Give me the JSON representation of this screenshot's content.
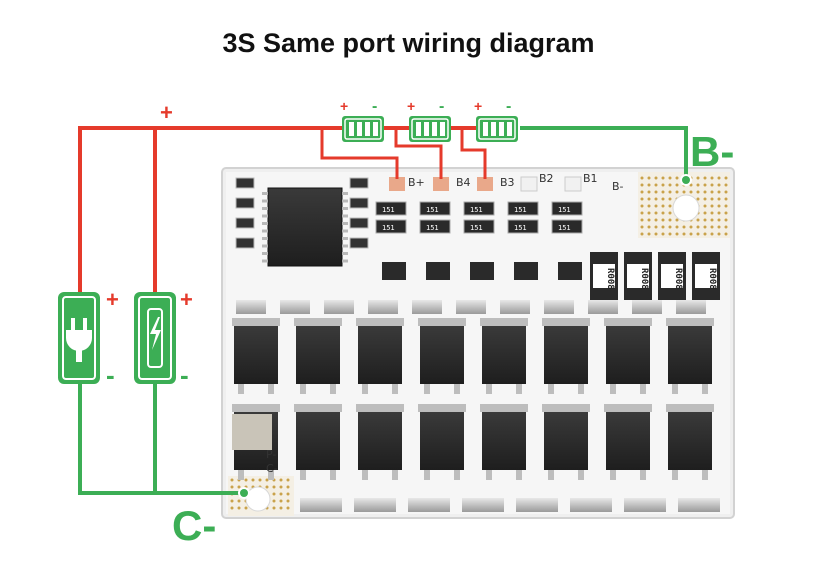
{
  "title": "3S Same port wiring diagram",
  "labels": {
    "b_minus": "B-",
    "c_minus": "C-",
    "plus": "+",
    "minus": "-"
  },
  "pcb": {
    "pads": [
      "B+",
      "B4",
      "B3",
      "B2",
      "B1",
      "B-"
    ],
    "port_labels": [
      "P-",
      "C-"
    ],
    "resistor_code": "R008",
    "small_resistor_code": "151"
  },
  "colors": {
    "positive_wire": "#e53a2b",
    "negative_wire": "#3cae55",
    "pcb_white": "#f4f4f4",
    "chip": "#2b2b2b"
  },
  "icons": [
    "battery-cell-icon",
    "charger-plug-icon",
    "lightning-battery-icon"
  ]
}
